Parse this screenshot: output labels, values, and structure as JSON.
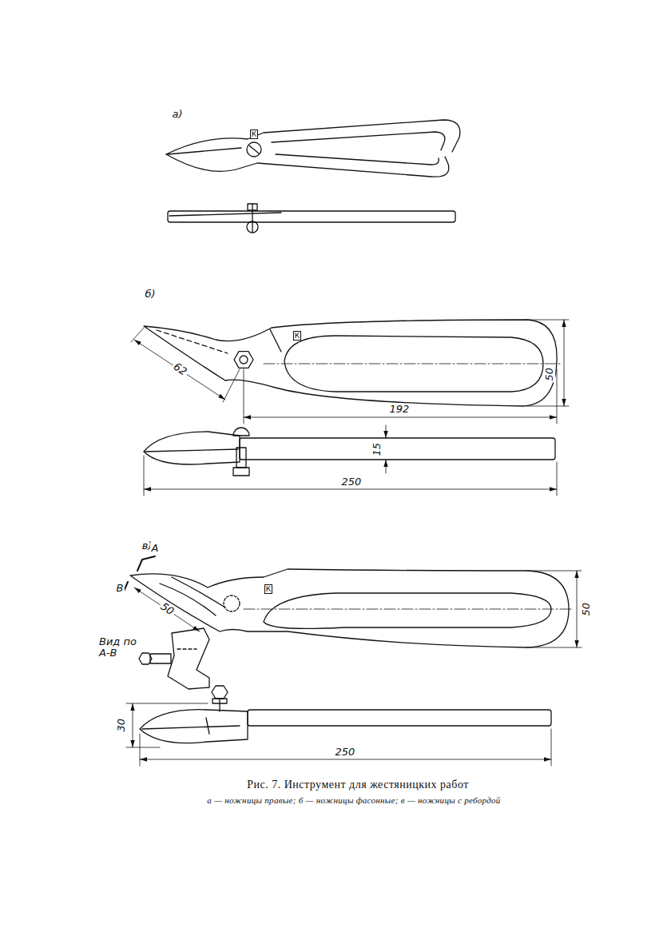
{
  "diagram": {
    "caption": "Рис. 7. Инструмент для жестяницких работ",
    "labels": [
      "а)",
      "б)",
      "в)",
      "К",
      "К",
      "К",
      "62",
      "192",
      "50",
      "15",
      "250",
      "А",
      "В",
      "50",
      "Вид по А-В",
      "50",
      "30",
      "250",
      "а — ножницы правые; б — ножницы фасонные; в — ножницы с ребордой"
    ]
  }
}
